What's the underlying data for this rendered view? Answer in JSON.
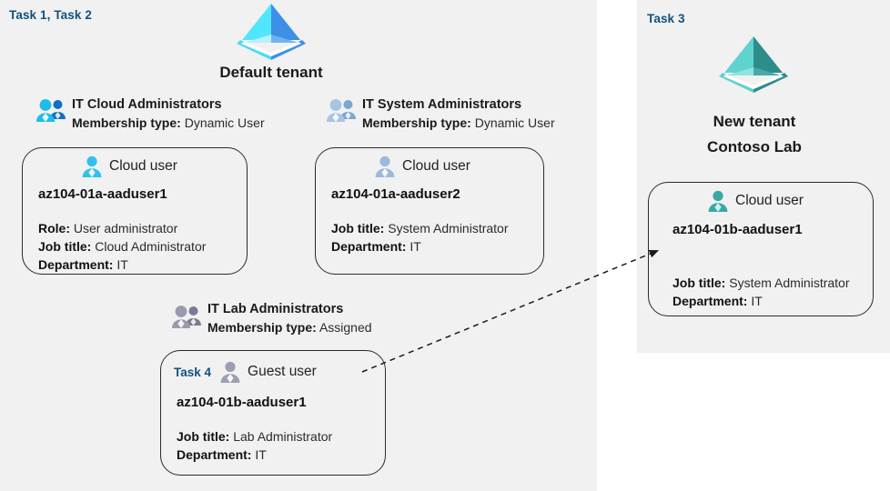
{
  "panels": {
    "left": {
      "task_label": "Task 1, Task 2"
    },
    "right": {
      "task_label": "Task 3"
    }
  },
  "colors": {
    "panel_bg": "#f1f1f1",
    "page_bg": "#ffffff",
    "task_label": "#12507e",
    "card_border": "#2b2b2b",
    "tenant_blue_light": "#50e6ff",
    "tenant_blue_dark": "#3d8fe8",
    "tenant_teal_light": "#5fd3cf",
    "tenant_teal_dark": "#2e8d8a",
    "group_cyan": "#1fbcea",
    "group_blue": "#0f6fc6",
    "group_muted": "#a9c4e2",
    "group_gray": "#9a9aae",
    "user_cyan": "#31c1ee",
    "user_muted": "#9db9da",
    "user_teal": "#3aa9a5",
    "user_gray": "#9e9eb3",
    "connector": "#1a1a1a"
  },
  "tenants": [
    {
      "id": "default-tenant",
      "icon": "azure-tenant-pyramid-icon",
      "theme": "blue",
      "title": "Default tenant",
      "title_lines": [
        "Default tenant"
      ]
    },
    {
      "id": "new-tenant",
      "icon": "azure-tenant-pyramid-icon",
      "theme": "teal",
      "title": "New  tenant Contoso Lab",
      "title_lines": [
        "New  tenant",
        "Contoso Lab"
      ]
    }
  ],
  "groups": [
    {
      "id": "it-cloud-administrators",
      "icon": "group-users-icon",
      "icon_theme": "cyan",
      "name": "IT Cloud Administrators",
      "membership_label": "Membership type:",
      "membership_value": "Dynamic User"
    },
    {
      "id": "it-system-administrators",
      "icon": "group-users-icon",
      "icon_theme": "muted",
      "name": "IT System Administrators",
      "membership_label": "Membership type:",
      "membership_value": "Dynamic User"
    },
    {
      "id": "it-lab-administrators",
      "icon": "group-users-icon",
      "icon_theme": "gray",
      "name": "IT Lab Administrators",
      "membership_label": "Membership type:",
      "membership_value": "Assigned"
    }
  ],
  "users": [
    {
      "id": "az104-01a-aaduser1",
      "task_inline": "",
      "icon": "cloud-user-icon",
      "icon_theme": "cyan",
      "user_type": "Cloud user",
      "name": "az104-01a-aaduser1",
      "fields": [
        {
          "label": "Role:",
          "value": "User administrator"
        },
        {
          "label": "Job title:",
          "value": "Cloud Administrator"
        },
        {
          "label": "Department:",
          "value": "IT"
        }
      ]
    },
    {
      "id": "az104-01a-aaduser2",
      "task_inline": "",
      "icon": "cloud-user-icon",
      "icon_theme": "muted",
      "user_type": "Cloud user",
      "name": "az104-01a-aaduser2",
      "fields": [
        {
          "label": "Job title:",
          "value": "System Administrator"
        },
        {
          "label": "Department:",
          "value": "IT"
        }
      ]
    },
    {
      "id": "az104-01b-aaduser1-guest",
      "task_inline": "Task 4",
      "icon": "guest-user-icon",
      "icon_theme": "gray",
      "user_type": "Guest user",
      "name": "az104-01b-aaduser1",
      "fields": [
        {
          "label": "Job title:",
          "value": "Lab Administrator"
        },
        {
          "label": "Department:",
          "value": "IT"
        }
      ]
    },
    {
      "id": "az104-01b-aaduser1-cloud",
      "task_inline": "",
      "icon": "cloud-user-icon",
      "icon_theme": "teal",
      "user_type": "Cloud user",
      "name": "az104-01b-aaduser1",
      "fields": [
        {
          "label": "Job title:",
          "value": "System Administrator"
        },
        {
          "label": "Department:",
          "value": "IT"
        }
      ]
    }
  ],
  "connector": {
    "id": "guest-to-cloud-user-arrow",
    "style": "dashed",
    "from": "az104-01b-aaduser1-guest",
    "to": "az104-01b-aaduser1-cloud"
  }
}
